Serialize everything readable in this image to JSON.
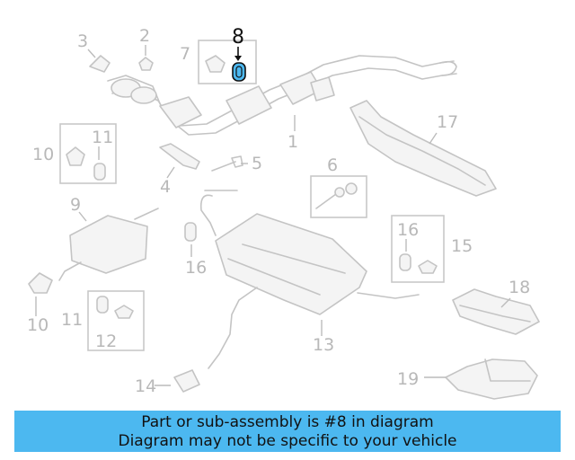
{
  "callouts": {
    "c1": "1",
    "c2": "2",
    "c3": "3",
    "c4": "4",
    "c5": "5",
    "c6": "6",
    "c7": "7",
    "c8": "8",
    "c9": "9",
    "c10a": "10",
    "c10b": "10",
    "c11a": "11",
    "c11b": "11",
    "c12": "12",
    "c13": "13",
    "c14": "14",
    "c15": "15",
    "c16a": "16",
    "c16b": "16",
    "c17": "17",
    "c18": "18",
    "c19": "19"
  },
  "highlight": {
    "callout": "8",
    "color": "#4cb8f0"
  },
  "banner": {
    "line1": "Part or sub-assembly is #8 in diagram",
    "line2": "Diagram may not be specific to your vehicle",
    "background": "#4cb8f0"
  }
}
